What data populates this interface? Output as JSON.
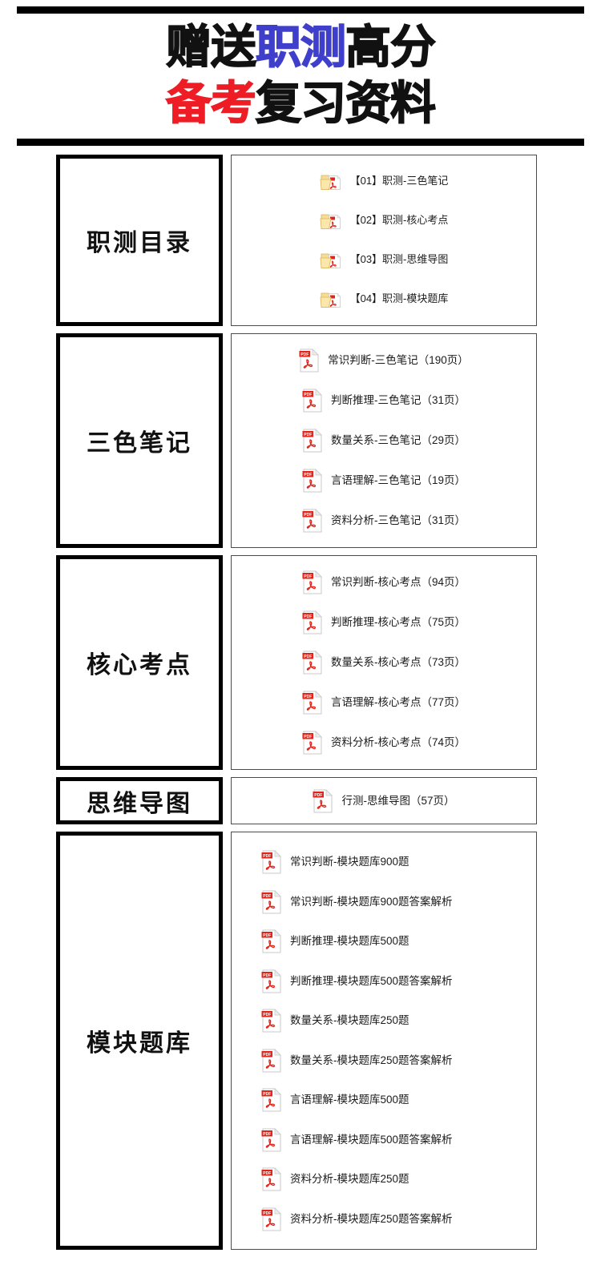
{
  "header": {
    "line1": [
      {
        "text": "赠送",
        "color": "#111111",
        "tone": "black"
      },
      {
        "text": "职测",
        "color": "#3f3fcc",
        "tone": "blue"
      },
      {
        "text": "高分",
        "color": "#111111",
        "tone": "black"
      }
    ],
    "line2": [
      {
        "text": "备考",
        "color": "#ee1c25",
        "tone": "red"
      },
      {
        "text": "复习资料",
        "color": "#111111",
        "tone": "black"
      }
    ],
    "rule_color": "#000000"
  },
  "colors": {
    "title_black": "#111111",
    "title_blue": "#3f3fcc",
    "title_red": "#ee1c25",
    "box_border": "#000000",
    "list_border": "#4b4b4b",
    "pdf_red": "#e2231a",
    "folder_yellow": "#f8dc8c"
  },
  "sections": [
    {
      "label": "职测目录",
      "align": "center",
      "icon": "folder-pdf-icon",
      "items": [
        {
          "name": "【01】职测-三色笔记"
        },
        {
          "name": "【02】职测-核心考点"
        },
        {
          "name": "【03】职测-思维导图"
        },
        {
          "name": "【04】职测-模块题库"
        }
      ]
    },
    {
      "label": "三色笔记",
      "align": "center",
      "icon": "pdf-file-icon",
      "items": [
        {
          "name": "常识判断-三色笔记（190页）"
        },
        {
          "name": "判断推理-三色笔记（31页）"
        },
        {
          "name": "数量关系-三色笔记（29页）"
        },
        {
          "name": "言语理解-三色笔记（19页）"
        },
        {
          "name": "资料分析-三色笔记（31页）"
        }
      ]
    },
    {
      "label": "核心考点",
      "align": "center",
      "icon": "pdf-file-icon",
      "items": [
        {
          "name": "常识判断-核心考点（94页）"
        },
        {
          "name": "判断推理-核心考点（75页）"
        },
        {
          "name": "数量关系-核心考点（73页）"
        },
        {
          "name": "言语理解-核心考点（77页）"
        },
        {
          "name": "资料分析-核心考点（74页）"
        }
      ]
    },
    {
      "label": "思维导图",
      "align": "center",
      "icon": "pdf-file-icon",
      "items": [
        {
          "name": "行测-思维导图（57页）"
        }
      ]
    },
    {
      "label": "模块题库",
      "align": "left",
      "icon": "pdf-file-icon",
      "items": [
        {
          "name": "常识判断-模块题库900题"
        },
        {
          "name": "常识判断-模块题库900题答案解析"
        },
        {
          "name": "判断推理-模块题库500题"
        },
        {
          "name": "判断推理-模块题库500题答案解析"
        },
        {
          "name": "数量关系-模块题库250题"
        },
        {
          "name": "数量关系-模块题库250题答案解析"
        },
        {
          "name": "言语理解-模块题库500题"
        },
        {
          "name": "言语理解-模块题库500题答案解析"
        },
        {
          "name": "资料分析-模块题库250题"
        },
        {
          "name": "资料分析-模块题库250题答案解析"
        }
      ]
    }
  ]
}
